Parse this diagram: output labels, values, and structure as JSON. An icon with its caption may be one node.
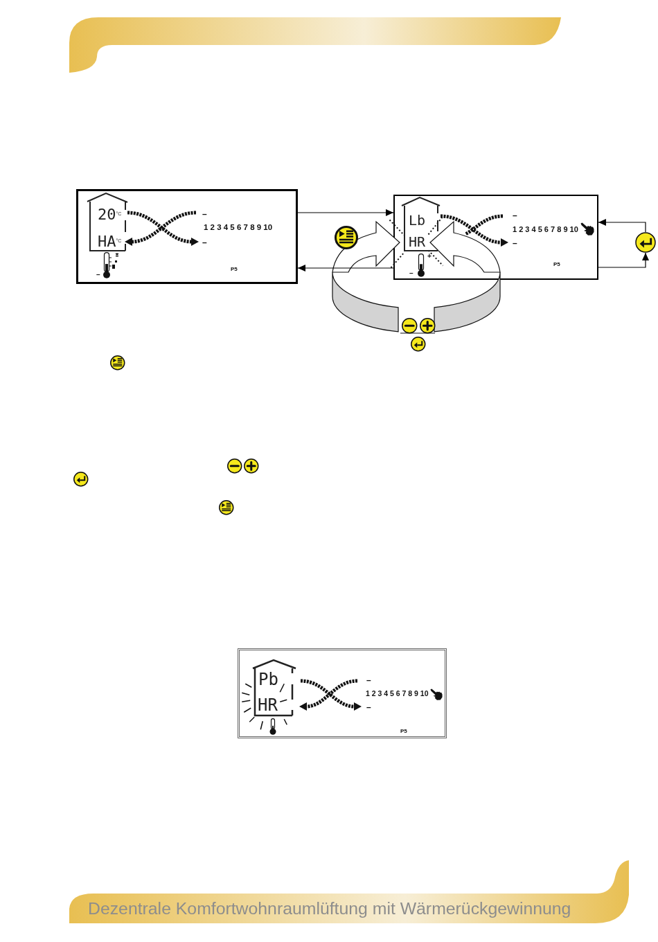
{
  "diagram": {
    "nodes": [
      {
        "text": [
          "–",
          "1 2 3 4 5 6 7 8 9 10",
          "–",
          "P5",
          "–"
        ]
      },
      {
        "text": [
          "20$^{°C}$",
          "HA$^{°C}$"
        ],
        "in": 0
      },
      {
        "text": [
          "–",
          "1 2 3 4 5 6 7 8 9 10",
          "–",
          "+",
          "P5",
          "–"
        ]
      },
      {
        "text": [
          "Lb",
          "HR"
        ],
        "in": 2
      },
      {
        "text": [],
        "shape": "circle"
      },
      {
        "text": [
          "–",
          "1 2 3 4 5 6 7 8 9 10",
          "–",
          "P5"
        ]
      },
      {
        "text": [
          "Pb",
          "HR"
        ],
        "in": 5
      }
    ],
    "edges": [
      {
        "from": 0,
        "to": 2,
        "arrow": "to"
      },
      {
        "from": 2,
        "to": 0,
        "arrow": "to"
      },
      {
        "from": 4,
        "to": 2,
        "arrow": "to"
      },
      {
        "from": 2,
        "to": 4,
        "arrow": "to"
      }
    ],
    "labels": [
      "Dezentrale Komfortwohnraumlüftung mit Wärmerückgewinnung"
    ]
  }
}
